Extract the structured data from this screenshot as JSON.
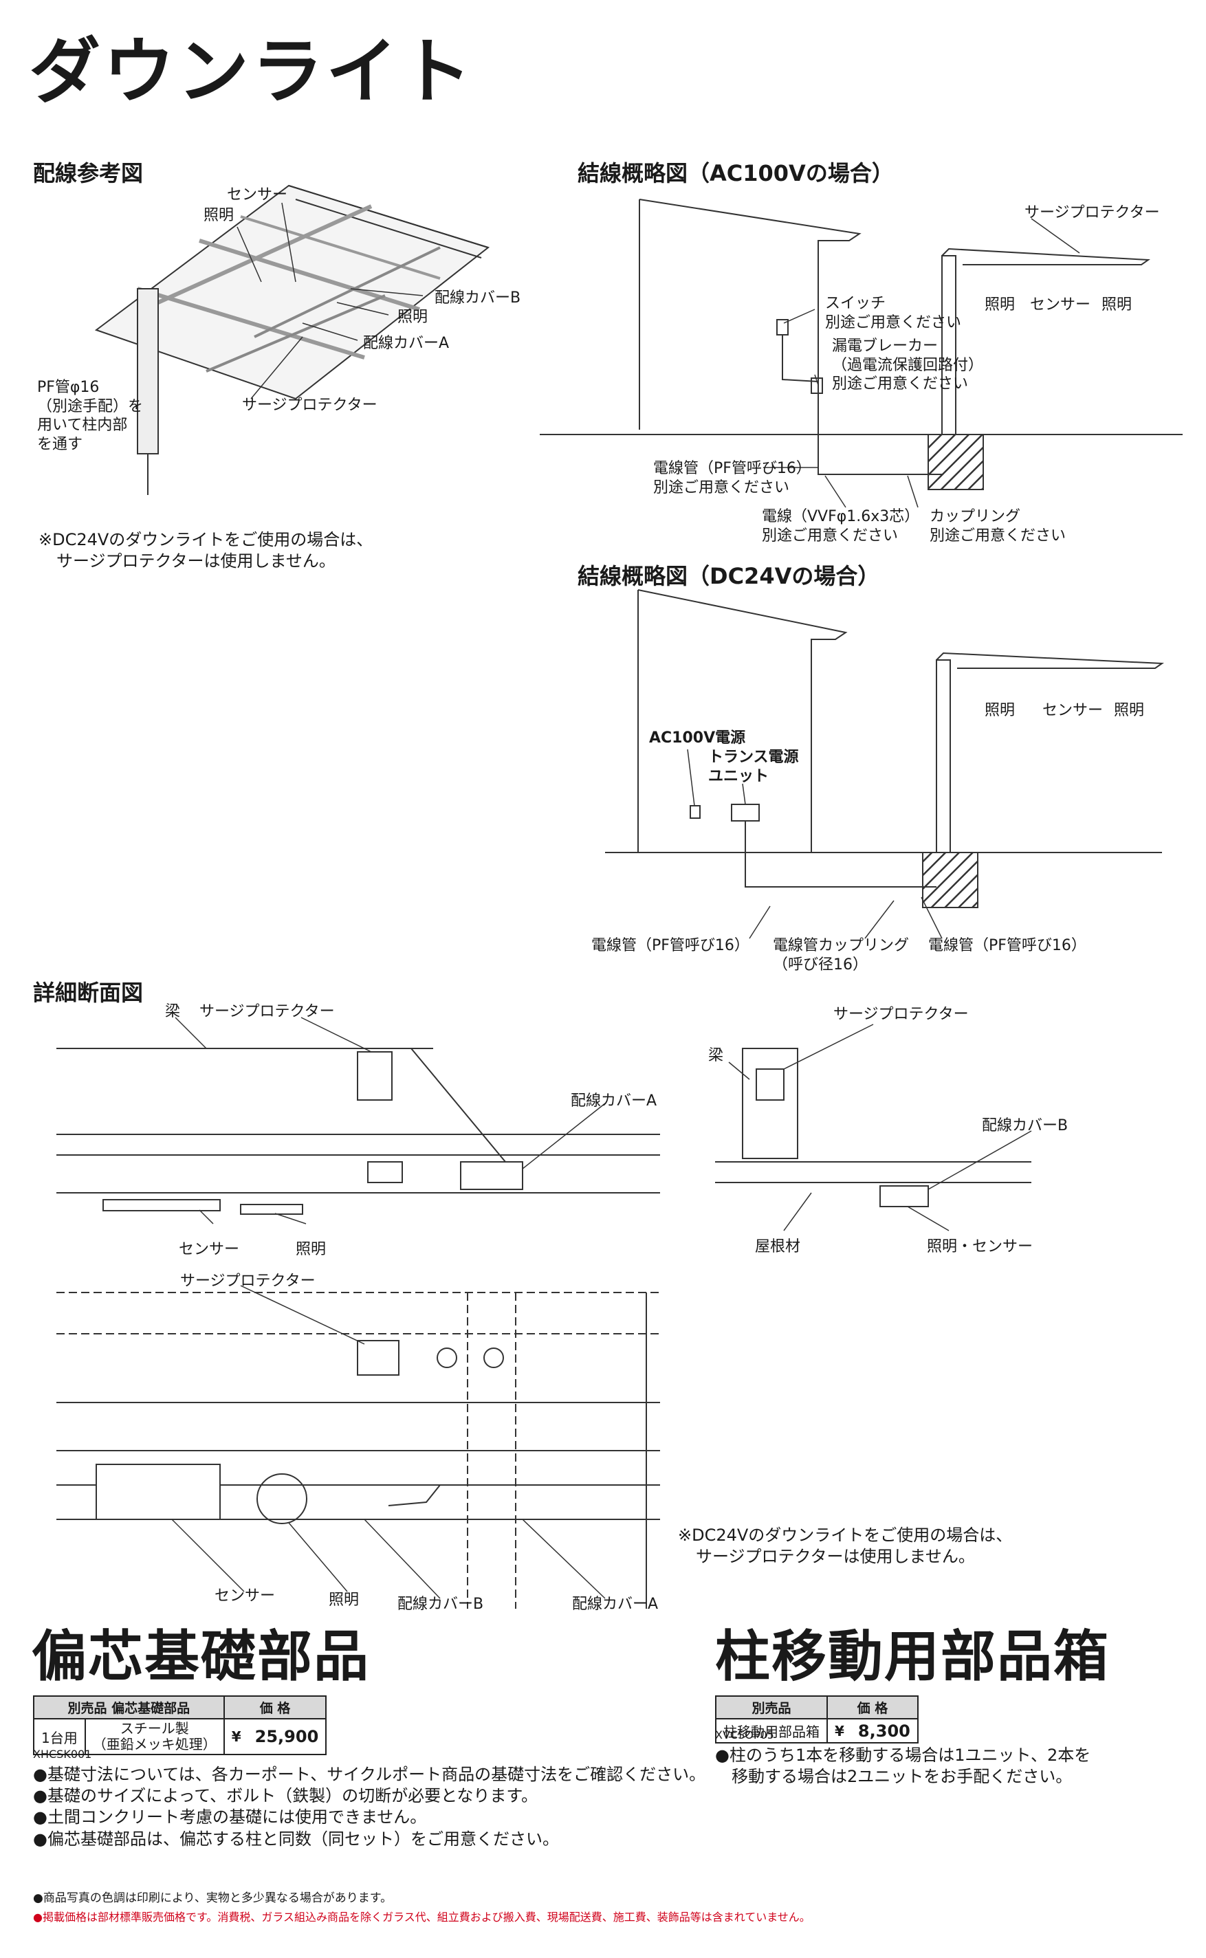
{
  "title": "ダウンライト",
  "wiring_ref": {
    "heading": "配線参考図",
    "labels": {
      "sensor": "センサー",
      "light": "照明",
      "cover_b": "配線カバーB",
      "light2": "照明",
      "cover_a": "配線カバーA",
      "surge": "サージプロテクター",
      "pf_pipe": [
        "PF管φ16",
        "（別途手配）を",
        "用いて柱内部",
        "を通す"
      ]
    },
    "note": [
      "※DC24Vのダウンライトをご使用の場合は、",
      "サージプロテクターは使用しません。"
    ]
  },
  "ac_diagram": {
    "heading": "結線概略図（AC100Vの場合）",
    "labels": {
      "surge": "サージプロテクター",
      "light_l": "照明",
      "sensor": "センサー",
      "light_r": "照明",
      "switch": [
        "スイッチ",
        "別途ご用意ください"
      ],
      "breaker": [
        "漏電ブレーカー",
        "（過電流保護回路付）",
        "別途ご用意ください"
      ],
      "conduit": [
        "電線管（PF管呼び16）",
        "別途ご用意ください"
      ],
      "wire": [
        "電線（VVFφ1.6x3芯）",
        "別途ご用意ください"
      ],
      "coupling": [
        "カップリング",
        "別途ご用意ください"
      ]
    }
  },
  "dc_diagram": {
    "heading": "結線概略図（DC24Vの場合）",
    "labels": {
      "light_l": "照明",
      "sensor": "センサー",
      "light_r": "照明",
      "power": "AC100V電源",
      "trans": [
        "トランス電源",
        "ユニット"
      ],
      "conduit_l": "電線管（PF管呼び16）",
      "coupling": [
        "電線管カップリング",
        "（呼び径16）"
      ],
      "conduit_r": "電線管（PF管呼び16）"
    }
  },
  "detail": {
    "heading": "詳細断面図",
    "labels": {
      "beam": "梁",
      "surge": "サージプロテクター",
      "cover_a": "配線カバーA",
      "sensor": "センサー",
      "light": "照明",
      "beam2": "梁",
      "surge2": "サージプロテクター",
      "cover_b": "配線カバーB",
      "roof": "屋根材",
      "light_sensor": "照明・センサー",
      "surge3": "サージプロテクター",
      "sensor2": "センサー",
      "light3": "照明",
      "cover_b2": "配線カバーB",
      "cover_a2": "配線カバーA"
    },
    "note": [
      "※DC24Vのダウンライトをご使用の場合は、",
      "サージプロテクターは使用しません。"
    ]
  },
  "offset": {
    "title": "偏芯基礎部品",
    "table_head": [
      "別売品 偏芯基礎部品",
      "価 格"
    ],
    "row": [
      "1台用",
      "スチール製",
      "（亜鉛メッキ処理）",
      "¥",
      "25,900"
    ],
    "code": "XHCSK001",
    "bullets": [
      "基礎寸法については、各カーポート、サイクルポート商品の基礎寸法をご確認ください。",
      "基礎のサイズによって、ボルト（鉄製）の切断が必要となります。",
      "土間コンクリート考慮の基礎には使用できません。",
      "偏芯基礎部品は、偏芯する柱と同数（同セット）をご用意ください。"
    ]
  },
  "moving": {
    "title": "柱移動用部品箱",
    "table_head": [
      "別売品",
      "価 格"
    ],
    "row": [
      "柱移動用部品箱",
      "¥",
      "8,300"
    ],
    "code": "XVCSOP05",
    "bullets": [
      "柱のうち1本を移動する場合は1ユニット、2本を",
      "移動する場合は2ユニットをお手配ください。"
    ]
  },
  "footer": {
    "line1": "●商品写真の色調は印刷により、実物と多少異なる場合があります。",
    "line2": "●掲載価格は部材標準販売価格です。消費税、ガラス組込み商品を除くガラス代、組立費および搬入費、現場配送費、施工費、装飾品等は含まれていません。"
  }
}
